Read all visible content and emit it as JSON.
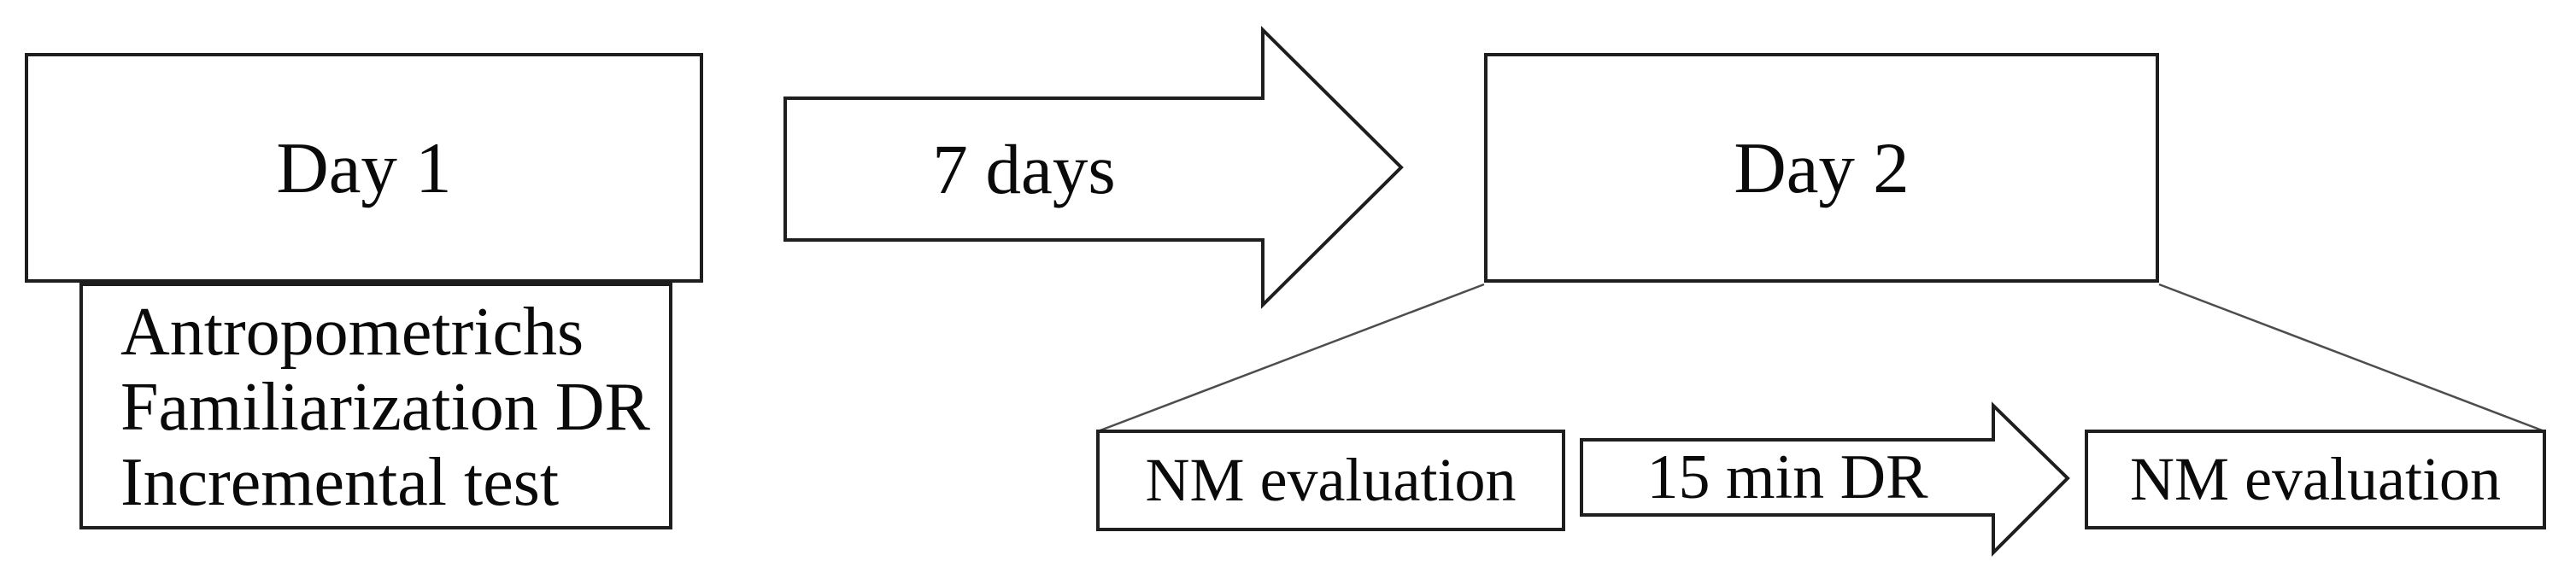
{
  "diagram": {
    "title_semantics": "study protocol timeline",
    "day1_box": {
      "label": "Day 1"
    },
    "day1_details_box": {
      "items": [
        "Antropometrichs",
        "Familiarization DR",
        "Incremental test"
      ]
    },
    "arrow_7days": {
      "label": "7 days",
      "direction": "right"
    },
    "day2_box": {
      "label": "Day 2"
    },
    "nm_evaluation_pre_box": {
      "label": "NM evaluation"
    },
    "arrow_15min_dr": {
      "label": "15 min DR",
      "direction": "right"
    },
    "nm_evaluation_post_box": {
      "label": "NM evaluation"
    }
  },
  "colors": {
    "background": "#ffffff",
    "box_stroke": "#1e1e1e",
    "text": "#0a0a0a",
    "fan_line": "#4d4d4d"
  }
}
